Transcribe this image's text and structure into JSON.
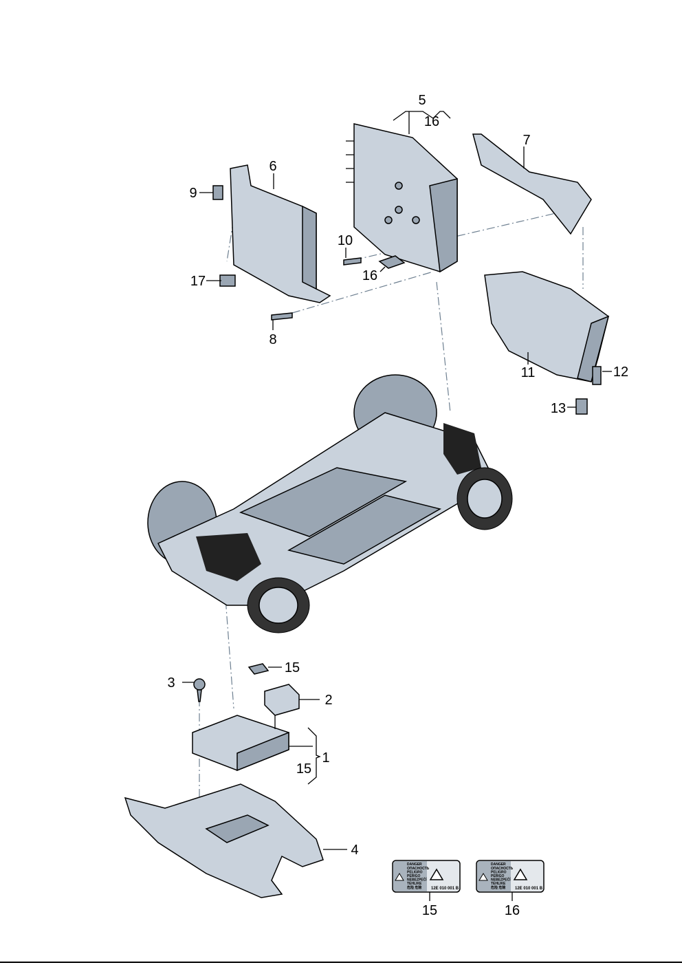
{
  "callouts": {
    "p1": "1",
    "p2": "2",
    "p3": "3",
    "p4": "4",
    "p5": "5",
    "p6": "6",
    "p7": "7",
    "p8": "8",
    "p9": "9",
    "p10": "10",
    "p11": "11",
    "p12": "12",
    "p13": "13",
    "p15_top": "15",
    "p15_group": "15",
    "p16_group": "16",
    "p16_mid": "16",
    "p17": "17",
    "p15_sticker": "15",
    "p16_sticker": "16"
  },
  "stickers": [
    {
      "heading": "DANGER",
      "languages": [
        "ОПАСНОСТЬ",
        "PELIGRO",
        "PERIGO",
        "NEBEZPEČÍ",
        "TEHLIKE",
        "危险 危險"
      ],
      "part_number": "12E 010 001 B"
    },
    {
      "heading": "DANGER",
      "languages": [
        "ОПАСНОСТЬ",
        "PELIGRO",
        "PERIGO",
        "NEBEZPEČÍ",
        "TEHLIKE",
        "危险 危險"
      ],
      "part_number": "12E 010 001 B"
    }
  ],
  "colors": {
    "part": "#c9d2dc",
    "shade": "#9aa6b3",
    "dash": "#6d7f90",
    "sticker_left": "#a9b3bd",
    "sticker_right": "#e4e8ec"
  }
}
